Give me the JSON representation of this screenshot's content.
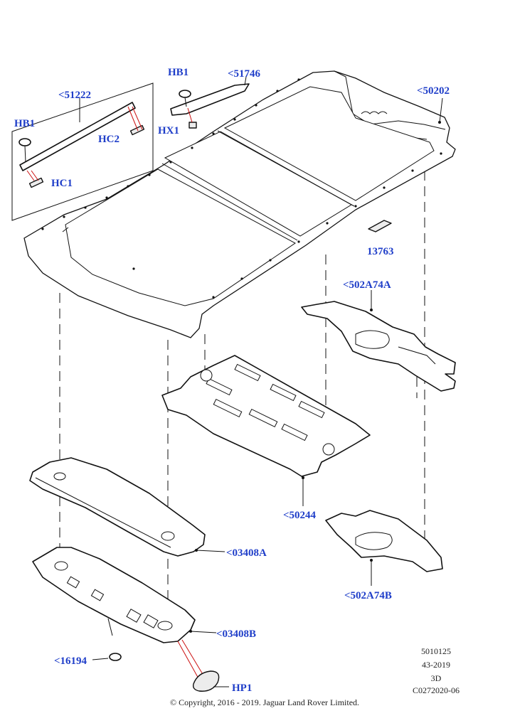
{
  "diagram": {
    "callouts": [
      {
        "id": "hb1_top",
        "text": "HB1"
      },
      {
        "id": "p51746",
        "text": "<51746"
      },
      {
        "id": "p51222",
        "text": "<51222"
      },
      {
        "id": "hb1_left",
        "text": "HB1"
      },
      {
        "id": "hc2",
        "text": "HC2"
      },
      {
        "id": "hx1",
        "text": "HX1"
      },
      {
        "id": "hc1",
        "text": "HC1"
      },
      {
        "id": "p50202",
        "text": "<50202"
      },
      {
        "id": "p13763",
        "text": "13763"
      },
      {
        "id": "p502A74A",
        "text": "<502A74A"
      },
      {
        "id": "p50244",
        "text": "<50244"
      },
      {
        "id": "p03408A",
        "text": "<03408A"
      },
      {
        "id": "p502A74B",
        "text": "<502A74B"
      },
      {
        "id": "p03408B",
        "text": "<03408B"
      },
      {
        "id": "p16194",
        "text": "<16194"
      },
      {
        "id": "hp1",
        "text": "HP1"
      }
    ],
    "meta": {
      "line1": "5010125",
      "line2": "43-2019",
      "line3": "3D",
      "line4": "C0272020-06"
    },
    "copyright": "© Copyright, 2016 - 2019. Jaguar Land Rover Limited."
  },
  "colors": {
    "label": "#1f3ec9",
    "line": "#111111",
    "highlight": "#cc1111"
  }
}
